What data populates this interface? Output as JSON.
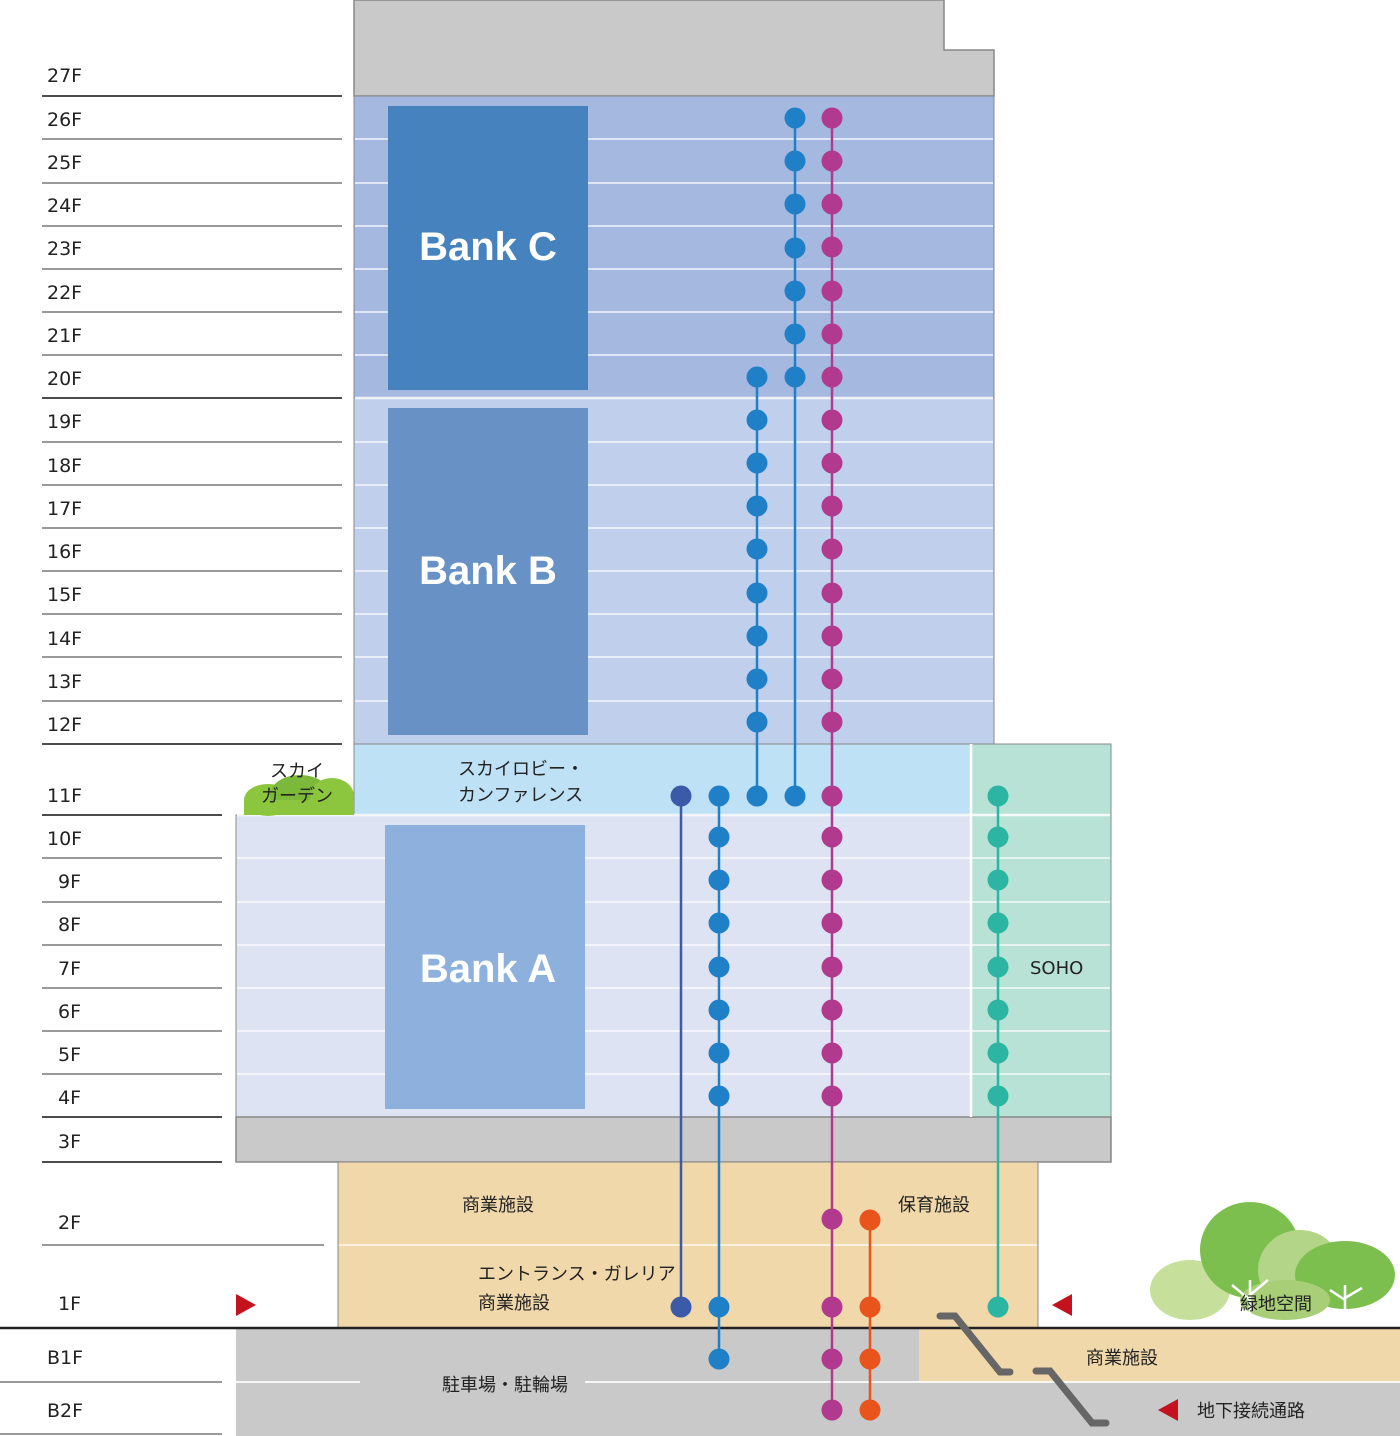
{
  "floors_upper": [
    "27F",
    "26F",
    "25F",
    "24F",
    "23F",
    "22F",
    "21F",
    "20F",
    "19F",
    "18F",
    "17F",
    "16F",
    "15F",
    "14F",
    "13F",
    "12F"
  ],
  "floors_lower": [
    "11F",
    "10F",
    "9F",
    "8F",
    "7F",
    "6F",
    "5F",
    "4F",
    "3F",
    "2F",
    "1F",
    "B1F",
    "B2F"
  ],
  "banks": {
    "c": "Bank C",
    "b": "Bank B",
    "a": "Bank A"
  },
  "labels": {
    "sky_garden_1": "スカイ",
    "sky_garden_2": "ガーデン",
    "sky_lobby_1": "スカイロビー・",
    "sky_lobby_2": "カンファレンス",
    "soho": "SOHO",
    "retail_2f": "商業施設",
    "childcare": "保育施設",
    "entrance_1": "エントランス・ガレリア",
    "entrance_2": "商業施設",
    "green_space": "緑地空間",
    "retail_b1": "商業施設",
    "parking": "駐車場・駐輪場",
    "underground_passage": "地下接続通路"
  },
  "colors": {
    "bank_c_zone": "#a4b8e0",
    "bank_b_zone": "#c0d0ec",
    "bank_a_zone": "#dde3f3",
    "bank_c_box": "#4682bd",
    "bank_b_box": "#6892c6",
    "bank_a_box": "#8db0dc",
    "sky_lobby": "#bfe1f6",
    "soho": "#b9e2d6",
    "retail": "#f0d8aa",
    "mechanical": "#c8c9c8",
    "line_navy": "#3b5ba8",
    "line_blue": "#1f80c8",
    "line_magenta": "#b13a8e",
    "line_orange": "#e8541c",
    "line_teal": "#2cb5a2",
    "arrow_red": "#c4121f"
  }
}
